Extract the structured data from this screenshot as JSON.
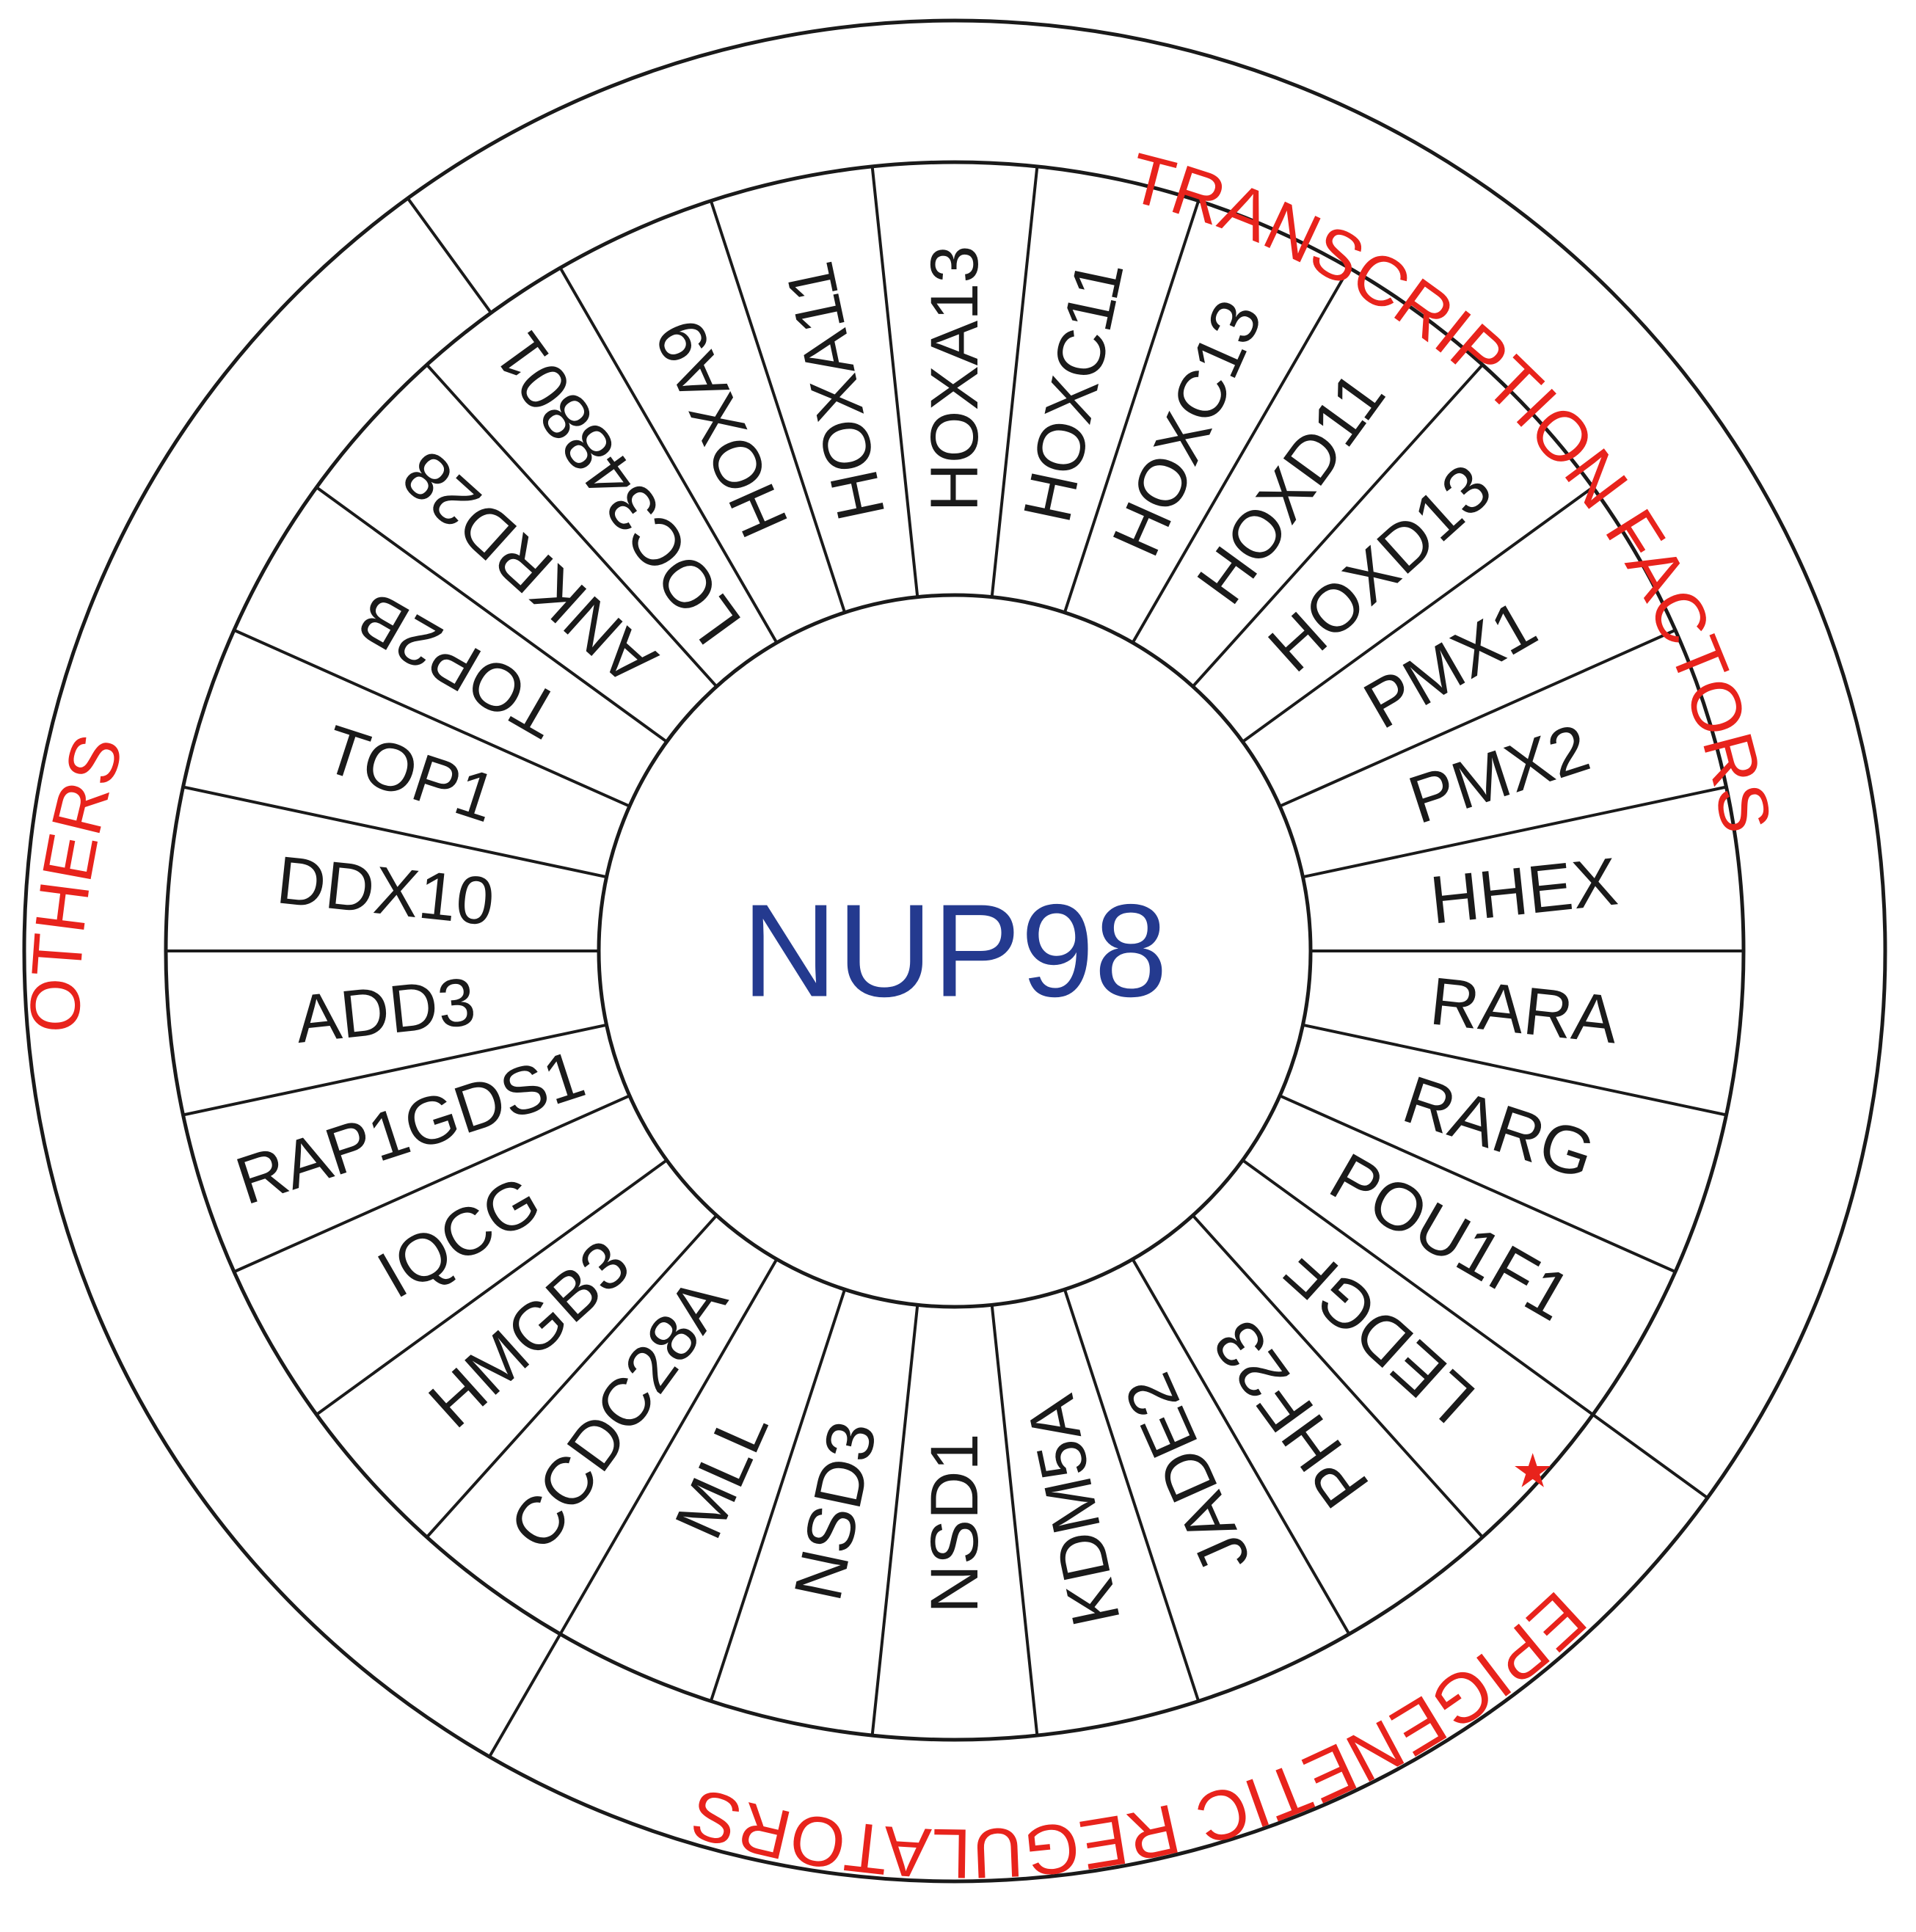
{
  "center": {
    "label": "NUP98",
    "color": "#243a8f"
  },
  "genes": [
    "HOXA13",
    "HOXC11",
    "HOXC13",
    "HOXD11",
    "HOXD13",
    "PMX1",
    "PMX2",
    "HHEX",
    "RARA",
    "RARG",
    "POU1F1",
    "LEDGF",
    "PHF23",
    "JADE2",
    "KDM5A",
    "NSD1",
    "NSD3",
    "MLL",
    "CCDC28A",
    "HMGB3",
    "IQCG",
    "RAP1GDS1",
    "ADD3",
    "DDX10",
    "TOP1",
    "TOP2B",
    "ANKRD28",
    "LOC348801",
    "HOXA9",
    "HOXA11"
  ],
  "marker": {
    "gene": "LEDGF",
    "symbol": "★",
    "color": "#e8231c"
  },
  "categories": [
    {
      "name": "TRANSCRIPTION FACTORS"
    },
    {
      "name": "EPIGENETIC REGULATORS"
    },
    {
      "name": "OTHERS"
    }
  ],
  "category_color": "#e8231c"
}
